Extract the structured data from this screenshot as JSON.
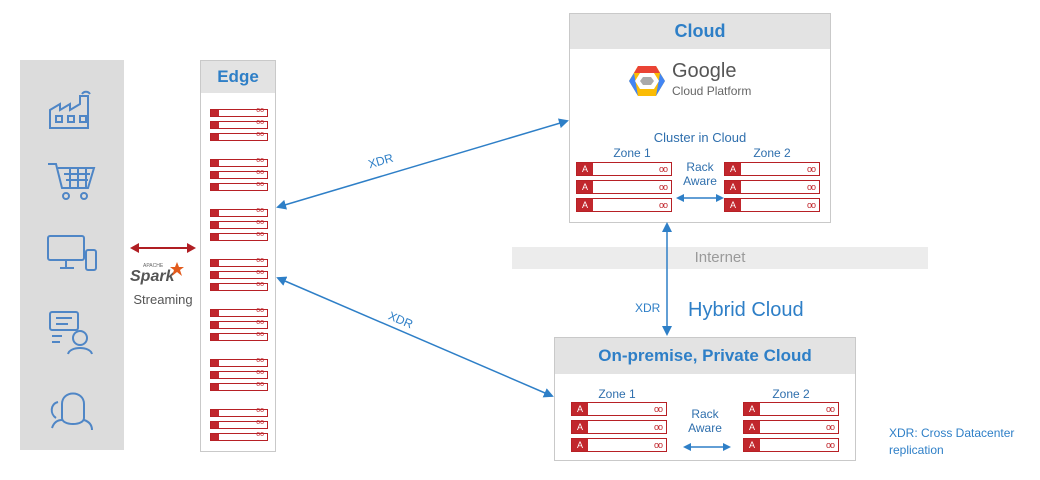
{
  "edge": {
    "title": "Edge"
  },
  "spark": {
    "logo_text": "Spark",
    "logo_small": "APACHE",
    "subtitle": "Streaming"
  },
  "sources": {
    "icons": [
      "factory-icon",
      "shopping-cart-icon",
      "computer-monitor-icon",
      "chat-person-icon",
      "headset-person-icon"
    ]
  },
  "cloud": {
    "title": "Cloud",
    "provider_main": "Google",
    "provider_sub": "Cloud Platform",
    "cluster_label": "Cluster in Cloud",
    "zone1": "Zone 1",
    "zone2": "Zone 2",
    "rack_aware_line1": "Rack",
    "rack_aware_line2": "Aware"
  },
  "internet": {
    "label": "Internet"
  },
  "hybrid": {
    "label": "Hybrid Cloud"
  },
  "onprem": {
    "title": "On-premise, Private Cloud",
    "zone1": "Zone 1",
    "zone2": "Zone 2",
    "rack_aware_line1": "Rack",
    "rack_aware_line2": "Aware"
  },
  "links": {
    "xdr_top": "XDR",
    "xdr_bottom": "XDR",
    "xdr_vertical": "XDR"
  },
  "legend": {
    "line1": "XDR: Cross Datacenter",
    "line2": "replication"
  },
  "server_mark": "A",
  "server_dots": "oo",
  "colors": {
    "accent_blue": "#2e7fc7",
    "server_red": "#c1272d",
    "panel_gray": "#dcdcdc"
  }
}
